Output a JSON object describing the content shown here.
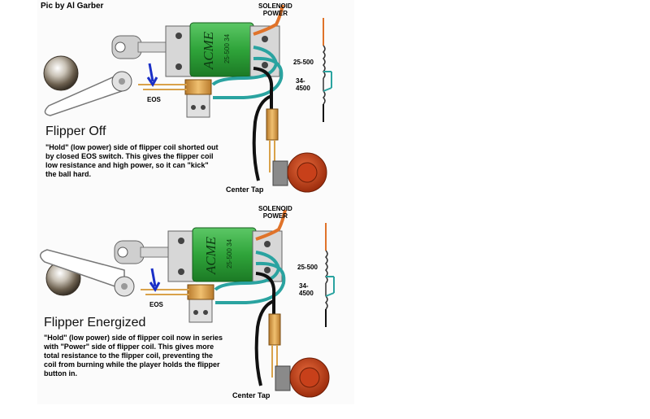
{
  "credit": "Pic by Al Garber",
  "colors": {
    "coil": "#2fa43a",
    "coil_dark": "#1c7a25",
    "wire_teal": "#2aa3a0",
    "wire_orange": "#e0732a",
    "wire_black": "#111111",
    "terminal": "#d9a24a",
    "button_red": "#c8401a",
    "eos_arrow": "#1a2fc7"
  },
  "panels": [
    {
      "solenoid_label": [
        "SOLENOID",
        "POWER"
      ],
      "coil_brand": "ACME",
      "coil_number": "25-500 34",
      "eos_label": "EOS",
      "center_tap_label": "Center Tap",
      "resistor_top": "25-500",
      "resistor_bottom": [
        "34-",
        "4500"
      ],
      "heading": "Flipper Off",
      "description": "\"Hold\" (low power) side of flipper coil shorted out by closed EOS switch. This gives the flipper coil low resistance and high power, so it can \"kick\" the ball hard."
    },
    {
      "solenoid_label": [
        "SOLENOID",
        "POWER"
      ],
      "coil_brand": "ACME",
      "coil_number": "25-500 34",
      "eos_label": "EOS",
      "center_tap_label": "Center Tap",
      "resistor_top": "25-500",
      "resistor_bottom": [
        "34-",
        "4500"
      ],
      "heading": "Flipper Energized",
      "description": "\"Hold\" (low power) side of flipper coil now in series with \"Power\" side of flipper coil. This gives more total resistance to the flipper coil, preventing the coil from burning while the player holds the flipper button in."
    }
  ]
}
